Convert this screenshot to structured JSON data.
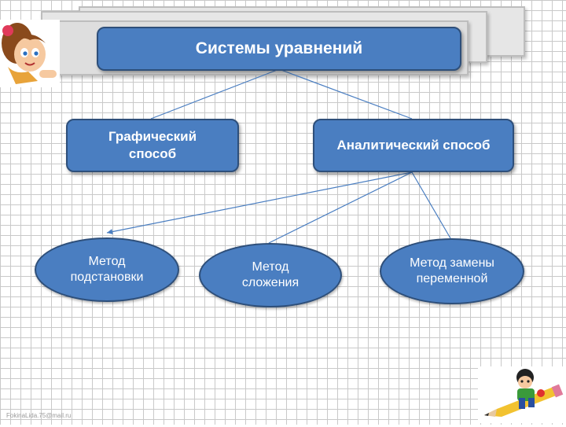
{
  "title": "Системы уравнений",
  "left_method": "Графический способ",
  "right_method": "Аналитический способ",
  "sub_methods": [
    "Метод подстановки",
    "Метод сложения",
    "Метод замены переменной"
  ],
  "footer": "FokinaLida.75@mail.ru",
  "colors": {
    "box_fill": "#4a7ec1",
    "box_border": "#2e4f7a",
    "connector": "#4a7ec1"
  },
  "icons": [
    "girl-clipart-icon",
    "boy-on-pencil-clipart-icon"
  ]
}
